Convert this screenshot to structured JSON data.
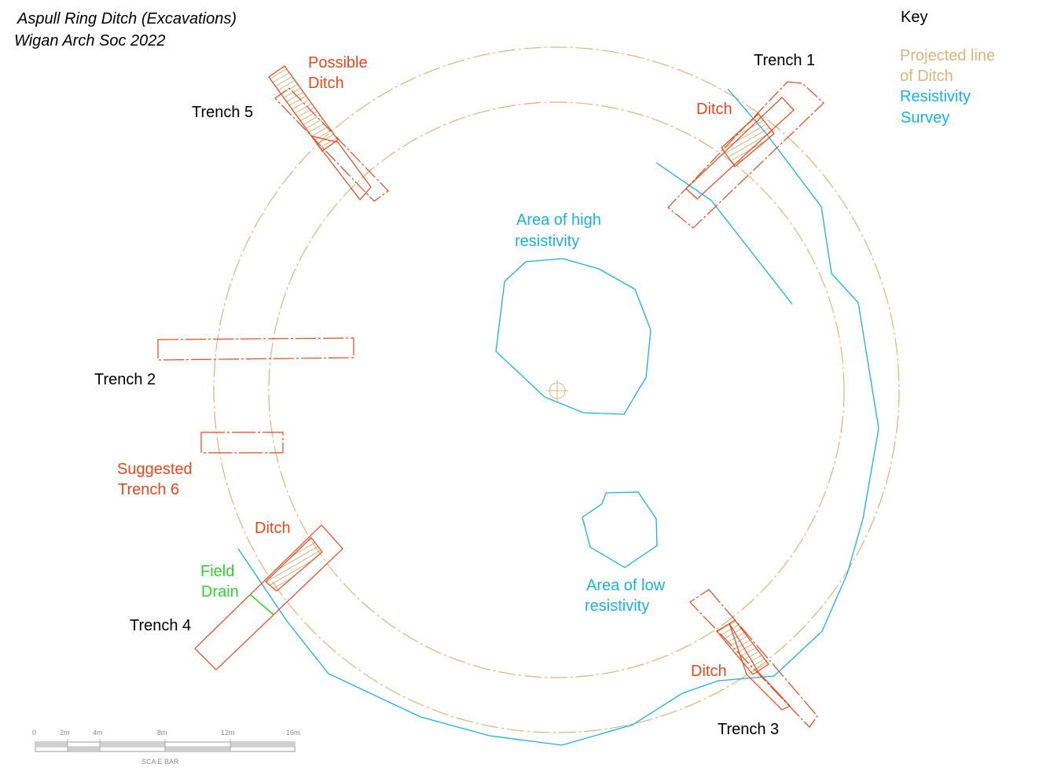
{
  "title": {
    "line1": "Aspull Ring Ditch (Excavations)",
    "line2": "Wigan Arch Soc 2022"
  },
  "key": {
    "heading": "Key",
    "projected_line1": "Projected line",
    "projected_line2": "of Ditch",
    "resistivity_line1": "Resistivity",
    "resistivity_line2": "Survey"
  },
  "colors": {
    "trench": "#e8461b",
    "projected_ditch": "#d9b57a",
    "resistivity": "#1ab0e0",
    "field_drain": "#2ed12e",
    "text": "#000000"
  },
  "labels": {
    "trench1": "Trench 1",
    "trench2": "Trench 2",
    "trench3": "Trench 3",
    "trench4": "Trench 4",
    "trench5": "Trench 5",
    "possible_ditch_1": "Possible",
    "possible_ditch_2": "Ditch",
    "ditch_t1": "Ditch",
    "ditch_t4": "Ditch",
    "ditch_t3": "Ditch",
    "suggested_1": "Suggested",
    "suggested_2": "Trench 6",
    "field_drain_1": "Field",
    "field_drain_2": "Drain",
    "high_res_1": "Area of high",
    "high_res_2": "resistivity",
    "low_res_1": "Area of low",
    "low_res_2": "resistivity"
  },
  "scale_bar": {
    "ticks": [
      "0",
      "2m",
      "4m",
      "8m",
      "12m",
      "16m"
    ],
    "caption": "SCA E BAR"
  }
}
